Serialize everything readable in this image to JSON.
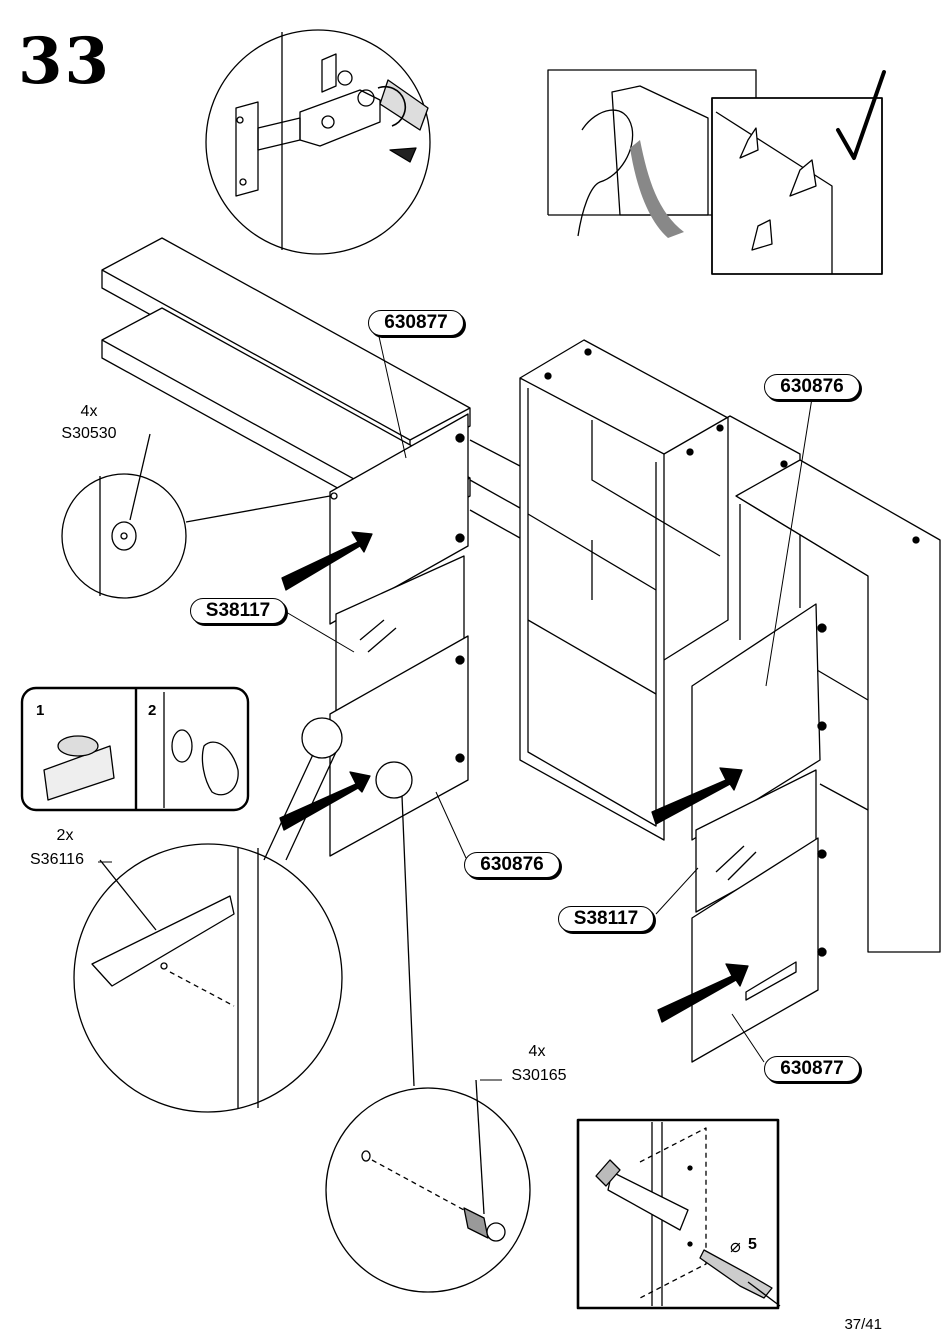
{
  "step": {
    "number": "33"
  },
  "parts": {
    "door_top_left": "630877",
    "door_right_upper": "630876",
    "door_left_lower": "630876",
    "door_right_lower": "630877",
    "glass_left": "S38117",
    "glass_right": "S38117"
  },
  "fittings": {
    "bumper": {
      "qty": "4x",
      "code": "S30530"
    },
    "handle": {
      "qty": "2x",
      "code": "S36116"
    },
    "screw": {
      "qty": "4x",
      "code": "S30165"
    }
  },
  "inset_steps": [
    "1",
    "2"
  ],
  "drill": {
    "diameter_symbol": "⌀",
    "diameter": "5"
  },
  "page": {
    "number": "37/41"
  },
  "icons": [
    "hinge-adjust-icon",
    "clean-glass-icon",
    "checkmark-icon",
    "pointing-arrow-icon",
    "drill-icon"
  ]
}
